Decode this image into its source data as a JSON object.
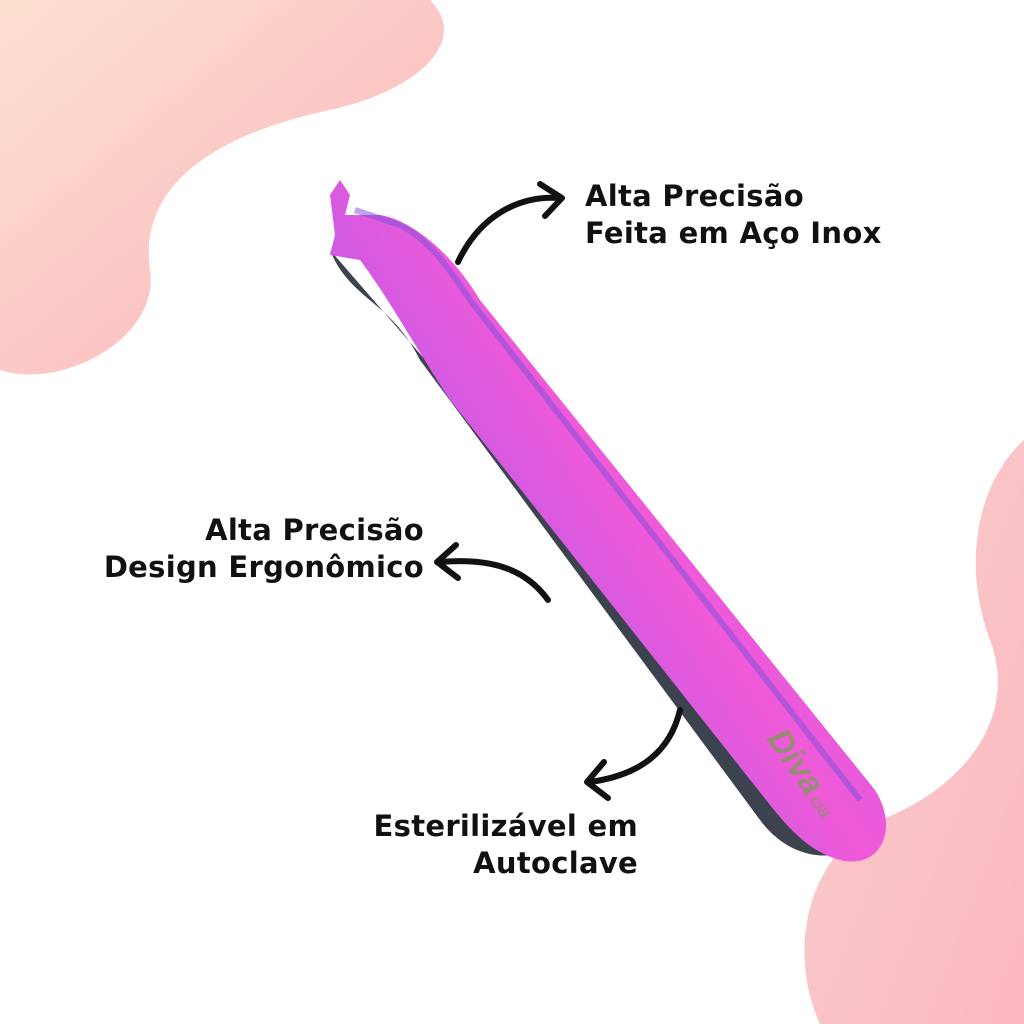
{
  "callouts": [
    {
      "line1": "Alta Precisão",
      "line2": "Feita em Aço Inox"
    },
    {
      "line1": "Alta Precisão",
      "line2": "Design Ergonômico"
    },
    {
      "line1": "Esterilizável em",
      "line2": "Autoclave"
    }
  ],
  "product": {
    "logo_text": "Diva",
    "logo_suffix": "cia"
  },
  "colors": {
    "blob": "#fbc2c4",
    "text": "#111111",
    "magenta": "#e24ee8",
    "cyan": "#3fd9e6"
  }
}
